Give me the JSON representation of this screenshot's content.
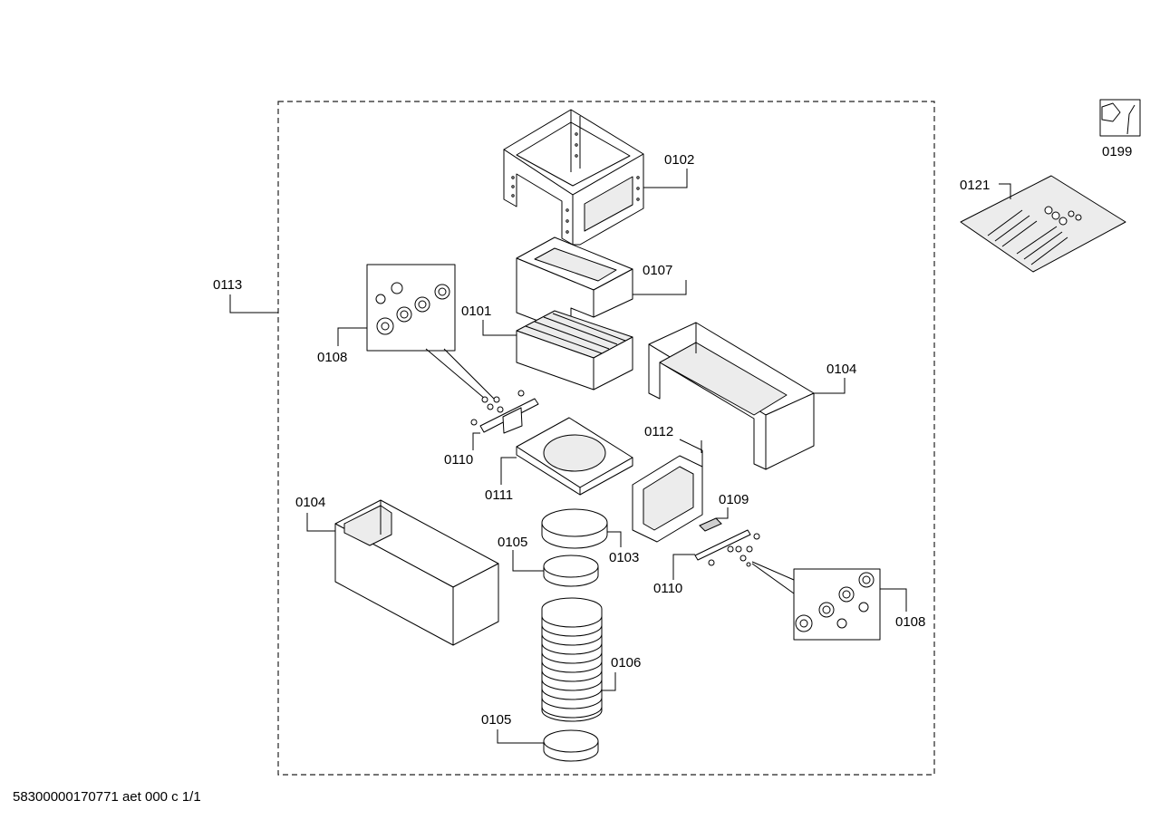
{
  "footer": {
    "document_id": "58300000170771 aet 000 c 1/1"
  },
  "parts": [
    {
      "id": "0102"
    },
    {
      "id": "0107"
    },
    {
      "id": "0101"
    },
    {
      "id": "0104"
    },
    {
      "id": "0113"
    },
    {
      "id": "0108"
    },
    {
      "id": "0110"
    },
    {
      "id": "0111"
    },
    {
      "id": "0112"
    },
    {
      "id": "0109"
    },
    {
      "id": "0104"
    },
    {
      "id": "0103"
    },
    {
      "id": "0105"
    },
    {
      "id": "0110"
    },
    {
      "id": "0108"
    },
    {
      "id": "0106"
    },
    {
      "id": "0105"
    },
    {
      "id": "0121"
    },
    {
      "id": "0199"
    }
  ]
}
